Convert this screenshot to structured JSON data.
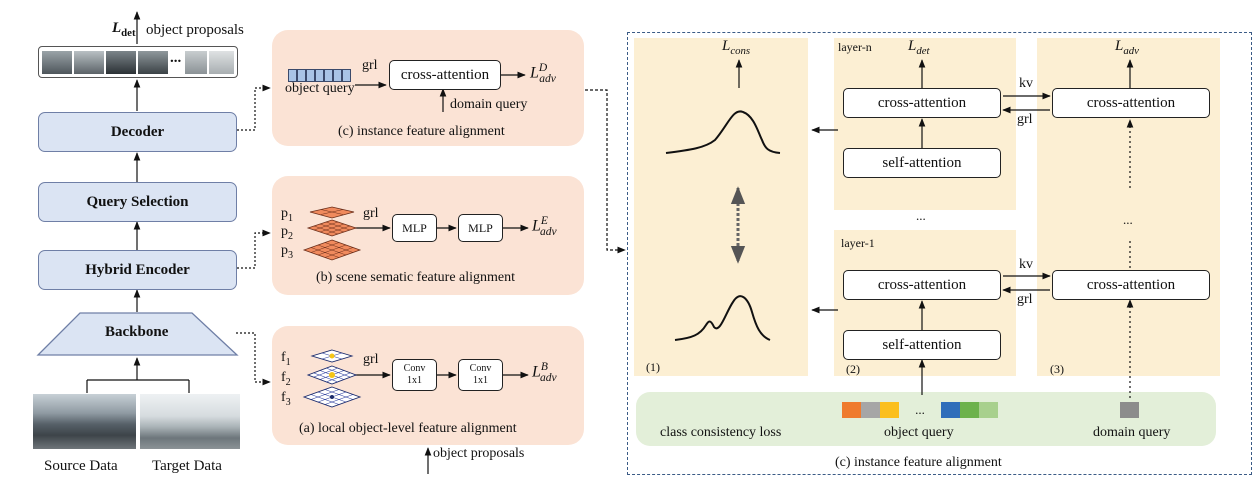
{
  "left_column": {
    "output_loss_label": "L",
    "output_loss_sub": "det",
    "object_proposals_label": "object proposals",
    "ellipsis": "...",
    "decoder": "Decoder",
    "query_selection": "Query Selection",
    "hybrid_encoder": "Hybrid Encoder",
    "backbone": "Backbone",
    "source_data": "Source Data",
    "target_data": "Target Data"
  },
  "panel_c": {
    "title": "(c) instance feature alignment",
    "object_query": "object query",
    "grl": "grl",
    "cross_attention": "cross-attention",
    "domain_query": "domain query",
    "loss": "L",
    "loss_sup": "D",
    "loss_sub": "adv"
  },
  "panel_b": {
    "title": "(b) scene sematic feature alignment",
    "p1": "p",
    "p1_sub": "1",
    "p2": "p",
    "p2_sub": "2",
    "p3": "p",
    "p3_sub": "3",
    "grl": "grl",
    "mlp1": "MLP",
    "mlp2": "MLP",
    "loss": "L",
    "loss_sup": "E",
    "loss_sub": "adv"
  },
  "panel_a": {
    "title": "(a) local object-level feature alignment",
    "f1": "f",
    "f1_sub": "1",
    "f2": "f",
    "f2_sub": "2",
    "f3": "f",
    "f3_sub": "3",
    "grl": "grl",
    "conv1_line1": "Conv",
    "conv1_line2": "1x1",
    "conv2_line1": "Conv",
    "conv2_line2": "1x1",
    "loss": "L",
    "loss_sup": "B",
    "loss_sub": "adv",
    "object_proposals": "object proposals"
  },
  "right_panel": {
    "title": "(c) instance feature alignment",
    "loss_cons": "L",
    "loss_cons_sub": "cons",
    "loss_det": "L",
    "loss_det_sub": "det",
    "loss_adv": "L",
    "loss_adv_sub": "adv",
    "layer_n": "layer-n",
    "layer_1": "layer-1",
    "cross_attention": "cross-attention",
    "self_attention": "self-attention",
    "kv": "kv",
    "grl": "grl",
    "ellipsis": "...",
    "label_1": "(1)",
    "label_2": "(2)",
    "label_3": "(3)",
    "class_consistency_loss": "class consistency loss",
    "object_query": "object query",
    "domain_query": "domain query",
    "query_colors": [
      "#ef7b2e",
      "#a6a6a6",
      "#fbbf1d",
      "#2f6eba",
      "#6db24c",
      "#a8d08d"
    ],
    "domain_query_color": "#8c8c8c"
  }
}
